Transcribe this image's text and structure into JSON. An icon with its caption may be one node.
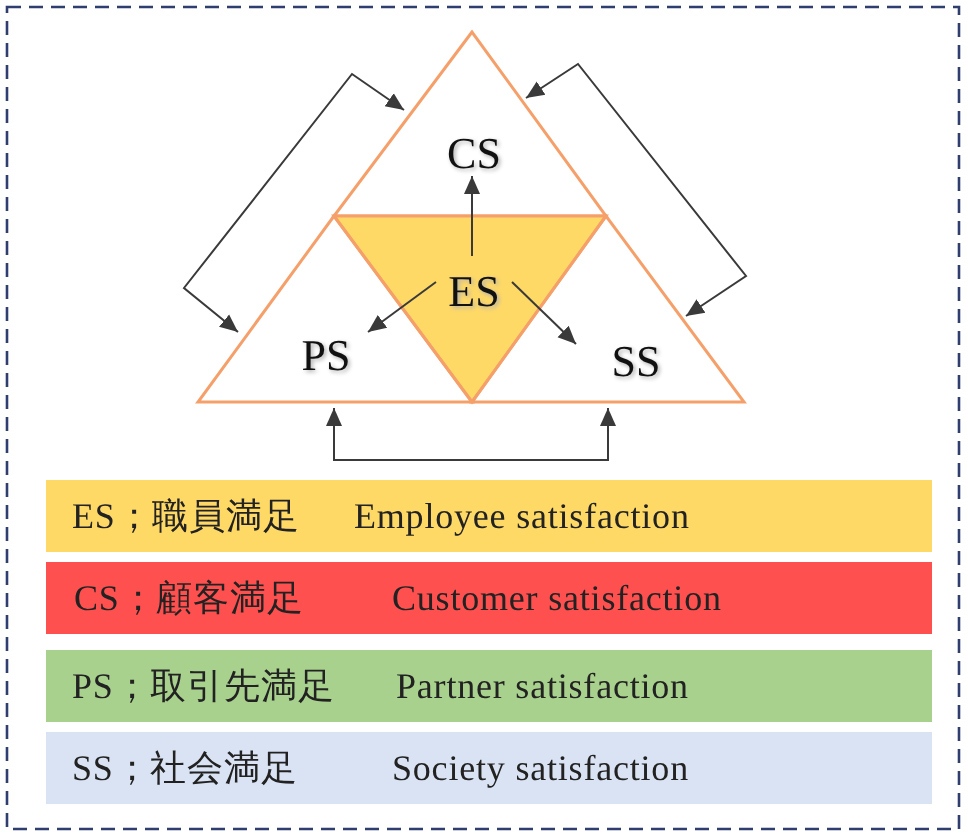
{
  "diagram": {
    "nodes": [
      {
        "text": [
          "CS"
        ]
      },
      {
        "text": [
          "ES"
        ]
      },
      {
        "text": [
          "PS"
        ]
      },
      {
        "text": [
          "SS"
        ]
      },
      {
        "text": [
          "ES；職員満足",
          "Employee satisfaction"
        ]
      },
      {
        "text": [
          "CS；顧客満足",
          "Customer satisfaction"
        ]
      },
      {
        "text": [
          "PS；取引先満足",
          "Partner satisfaction"
        ]
      },
      {
        "text": [
          "SS；社会満足",
          "Society satisfaction"
        ]
      }
    ],
    "edges": [
      {
        "from": 1,
        "to": 0,
        "arrow": "to"
      },
      {
        "from": 1,
        "to": 2,
        "arrow": "to"
      },
      {
        "from": 1,
        "to": 3,
        "arrow": "to"
      },
      {
        "from": 0,
        "to": 2,
        "arrow": "both"
      },
      {
        "from": 0,
        "to": 3,
        "arrow": "both"
      },
      {
        "from": 2,
        "to": 3,
        "arrow": "both"
      }
    ]
  }
}
